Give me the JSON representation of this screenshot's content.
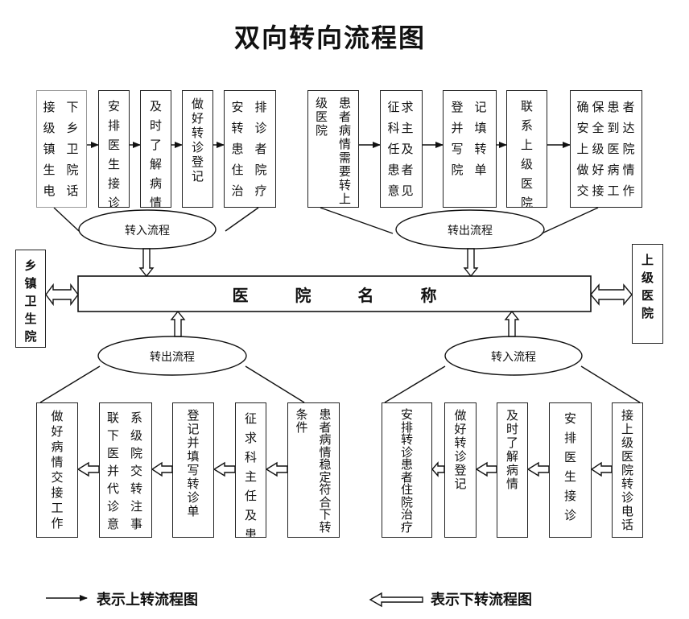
{
  "title": "双向转向流程图",
  "top_left": {
    "label": "转入流程",
    "boxes": [
      "接下级乡镇卫生院电话",
      "安排医生接诊",
      "及时了解病情",
      "做好转诊登记",
      "安排转诊患者住院治疗"
    ]
  },
  "top_right": {
    "label": "转出流程",
    "boxes": [
      "患者病情需要转上级医院",
      "征求科主任及患者意见",
      "登记并填写转院单",
      "联系上级医院",
      "确保患者安全到达上级医院做好病情交接工作"
    ]
  },
  "main": {
    "name": "医院名称"
  },
  "left_side": "乡镇卫生院",
  "right_side": "上级医院",
  "bottom_left": {
    "label": "转出流程",
    "boxes": [
      "做好病情交接工作",
      "联系下级医院并交代转诊注意事",
      "登记并填写转诊单",
      "征求科主任及患",
      "患者病情稳定符合下转条件"
    ]
  },
  "bottom_right": {
    "label": "转入流程",
    "boxes": [
      "安排转诊患者住院治疗",
      "做好转诊登记",
      "及时了解病情",
      "安排医生接诊",
      "接上级医院转诊电话"
    ]
  },
  "legend": {
    "up_label": "表示上转流程图",
    "down_label": "表示下转流程图",
    "up_arrow": "solid-arrow",
    "down_arrow": "hollow-arrow"
  }
}
